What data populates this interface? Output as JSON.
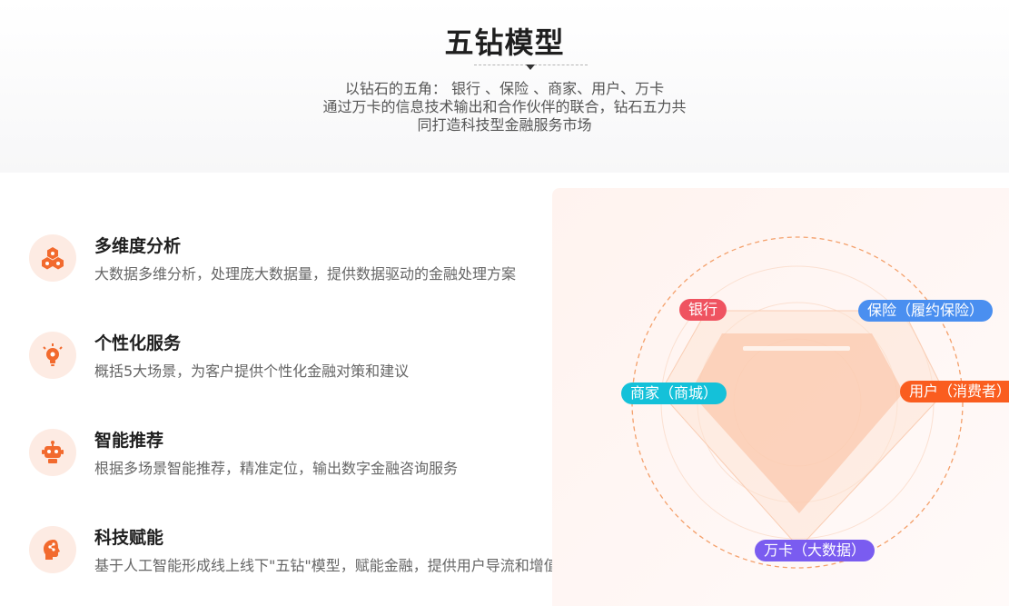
{
  "header": {
    "title": "五钻模型",
    "subtitle_lines": [
      "以钻石的五角： 银行 、保险 、商家、用户、万卡",
      "通过万卡的信息技术输出和合作伙伴的联合，钻石五力共",
      "同打造科技型金融服务市场"
    ]
  },
  "features": [
    {
      "title": "多维度分析",
      "desc": "大数据多维分析，处理庞大数据量，提供数据驱动的金融处理方案",
      "icon": "cubes-icon"
    },
    {
      "title": "个性化服务",
      "desc": "概括5大场景，为客户提供个性化金融对策和建议",
      "icon": "lightbulb-icon"
    },
    {
      "title": "智能推荐",
      "desc": "根据多场景智能推荐，精准定位，输出数字金融咨询服务",
      "icon": "robot-icon"
    },
    {
      "title": "科技赋能",
      "desc": "基于人工智能形成线上线下\"五钻\"模型，赋能金融，提供用户导流和增值",
      "icon": "ai-head-icon"
    }
  ],
  "diagram": {
    "tags": [
      {
        "label": "银行",
        "color": "#ef5360"
      },
      {
        "label": "保险（履约保险）",
        "color": "#4a8ff0"
      },
      {
        "label": "商家（商城）",
        "color": "#14c1d9"
      },
      {
        "label": "用户（消费者）",
        "color": "#fa5d1f"
      },
      {
        "label": "万卡（大数据）",
        "color": "#7a5cf0"
      }
    ],
    "accent_color": "#f7a06a"
  }
}
